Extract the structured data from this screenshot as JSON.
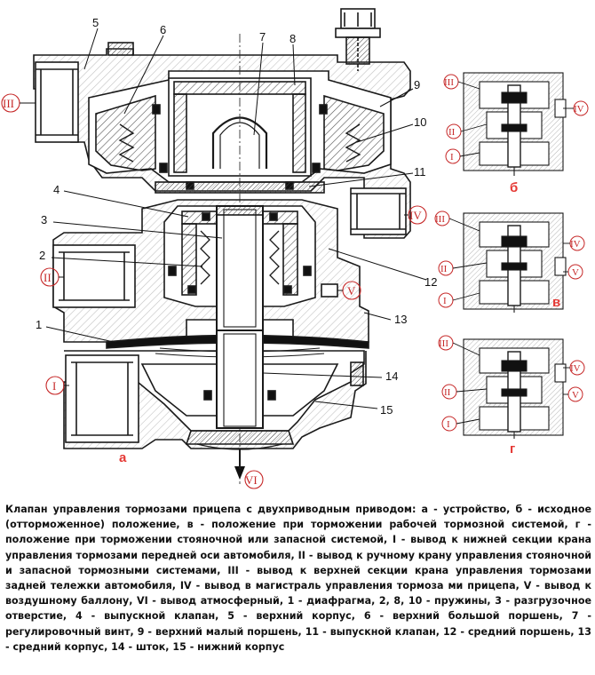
{
  "labels": {
    "n1": "1",
    "n2": "2",
    "n3": "3",
    "n4": "4",
    "n5": "5",
    "n6": "6",
    "n7": "7",
    "n8": "8",
    "n9": "9",
    "n10": "10",
    "n11": "11",
    "n12": "12",
    "n13": "13",
    "n14": "14",
    "n15": "15"
  },
  "ports": {
    "I": "I",
    "II": "II",
    "III": "III",
    "IV": "IV",
    "V": "V",
    "VI": "VI"
  },
  "subfigures": {
    "a": "а",
    "b": "б",
    "c": "в",
    "d": "г"
  },
  "caption": "Клапан управления тормозами прицепа с двухприводным приводом: а - устройство, б - исходное (отторможенное) положение, в - положение при торможении рабочей тормозной системой, г - положение при торможении стояночной или запасной системой, I - вывод к нижней секции крана управления тормозами передней оси автомобиля, II - вывод к ручному крану управления стояночной и запасной тормозными системами, III - вывод к верхней секции крана управления тормозами задней тележки автомобиля, IV - вывод в магистраль управления тормоза ми прицепа, V - вывод к воздушному баллону, VI - вывод атмосферный, 1 - диафрагма, 2, 8, 10 - пружины, 3 - разгрузочное отверстие, 4 - выпускной клапан, 5 - верхний корпус, 6 - верхний большой поршень, 7 - регулировочный винт, 9 - верхний малый поршень, 11 - выпускной клапан, 12 - средний поршень, 13 - средний корпус, 14 - шток, 15 - нижний корпус",
  "colors": {
    "line": "#1a1a1a",
    "accent": "#e53935",
    "hatch": "#555555"
  }
}
